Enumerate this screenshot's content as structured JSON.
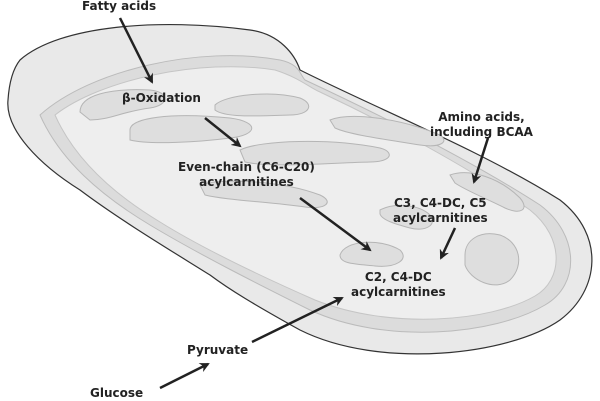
{
  "title": "Mitochondrial metabolism and acylcarnitine formation",
  "labels": {
    "fatty_acids": "Fatty acids",
    "beta_oxidation": "β-Oxidation",
    "even_chain_line1": "Even-chain (C6-C20)",
    "even_chain_line2": "acylcarnitines",
    "amino_acids_line1": "Amino acids,",
    "amino_acids_line2": "including BCAA",
    "c3_line1": "C3, C4-DC, C5",
    "c3_line2": "acylcarnitines",
    "c2_line1": "C2, C4-DC",
    "c2_line2": "acylcarnitines",
    "pyruvate": "Pyruvate",
    "glucose": "Glucose"
  },
  "colors": {
    "outer_membrane": "#e9e9e9",
    "inner_space": "#dcdcdc",
    "matrix": "#eeeeee",
    "outline": "#333333",
    "cristae_line": "#b5b5b5",
    "arrow": "#222222",
    "text": "#222222"
  }
}
